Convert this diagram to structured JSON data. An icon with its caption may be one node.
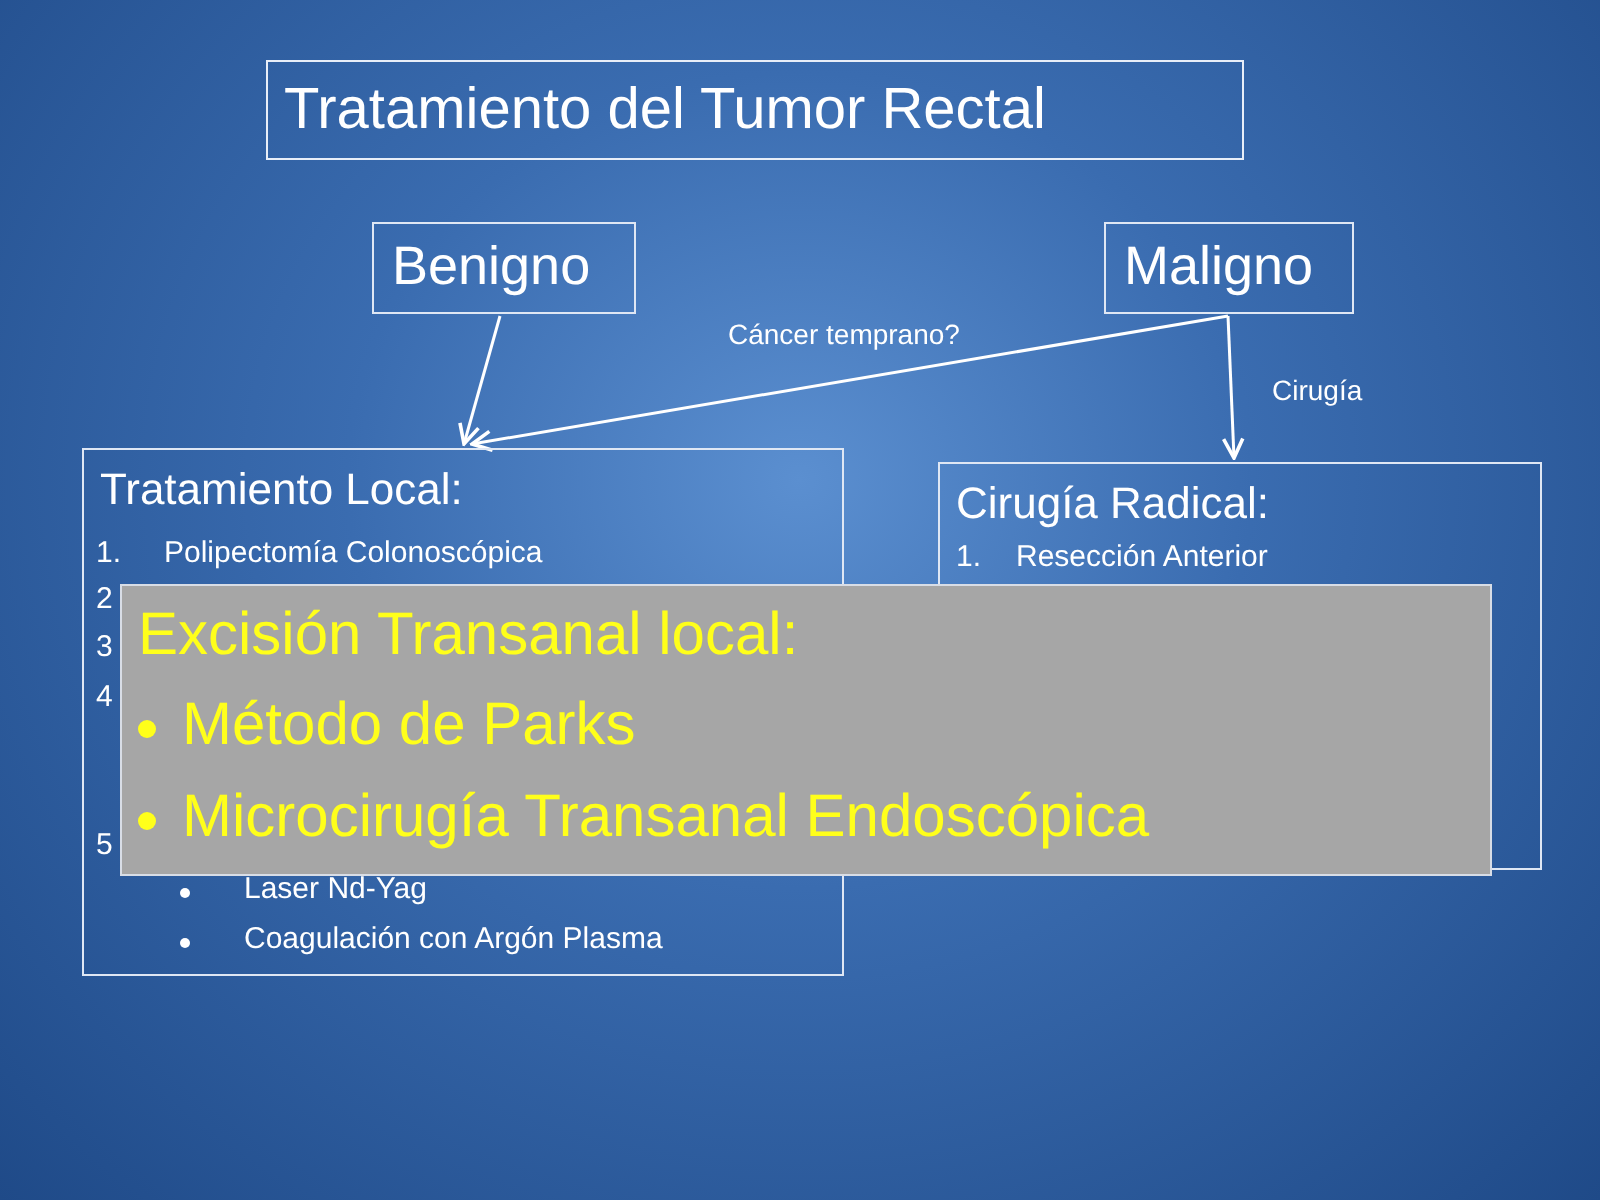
{
  "diagram": {
    "title": "Tratamiento del Tumor Rectal",
    "nodes": [
      {
        "text": [
          "Benigno"
        ]
      },
      {
        "text": [
          "Maligno"
        ]
      },
      {
        "text": [
          "Tratamiento Local:",
          "1.",
          "Polipectomía Colonoscópica",
          "2",
          "3",
          "4",
          "5",
          "Laser Nd-Yag",
          "Coagulación con Argón Plasma"
        ]
      },
      {
        "text": [
          "Cirugía Radical:",
          "1.",
          "Resección Anterior"
        ]
      },
      {
        "text": [
          "Excisión Transanal local:",
          "Método de Parks",
          "Microcirugía Transanal Endoscópica"
        ]
      }
    ],
    "edges": [
      {
        "from": 0,
        "to": 2,
        "arrow": "to"
      },
      {
        "from": 1,
        "to": 2,
        "arrow": "to",
        "label": "Cáncer temprano?"
      },
      {
        "from": 1,
        "to": 3,
        "arrow": "to",
        "label": "Cirugía"
      }
    ]
  }
}
